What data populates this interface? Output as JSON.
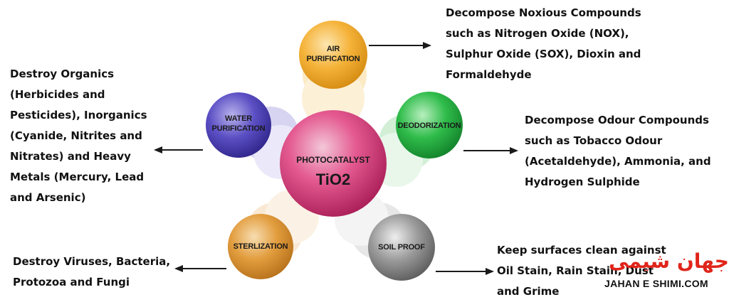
{
  "center": {
    "title": "PHOTOCATALYST",
    "formula": "TiO2",
    "color": "#d4346f"
  },
  "nodes": {
    "air": {
      "label": "AIR\nPURIFICATION",
      "color": "#f0a020"
    },
    "water": {
      "label": "WATER\nPURIFICATION",
      "color": "#4b3fb2"
    },
    "deodorization": {
      "label": "DEODORIZATION",
      "color": "#1faa3a"
    },
    "sterilization": {
      "label": "STERLIZATION",
      "color": "#d98a24"
    },
    "soil_proof": {
      "label": "SOIL PROOF",
      "color": "#888888"
    }
  },
  "descriptions": {
    "air": "Decompose Noxious Compounds such as Nitrogen Oxide (NOX), Sulphur Oxide (SOX), Dioxin and Formaldehyde",
    "water": "Destroy Organics (Herbicides and Pesticides), Inorganics (Cyanide, Nitrites and Nitrates) and Heavy Metals (Mercury, Lead and Arsenic)",
    "deodorization": "Decompose Odour Compounds such as Tobacco Odour (Acetaldehyde), Ammonia, and Hydrogen Sulphide",
    "sterilization": "Destroy Viruses, Bacteria, Protozoa and Fungi",
    "soil_proof": "Keep surfaces clean against Oil Stain, Rain Stain, Dust and Grime"
  },
  "watermark": {
    "top": "جهان شیمی",
    "bottom": "JAHAN E SHIMI.COM"
  }
}
